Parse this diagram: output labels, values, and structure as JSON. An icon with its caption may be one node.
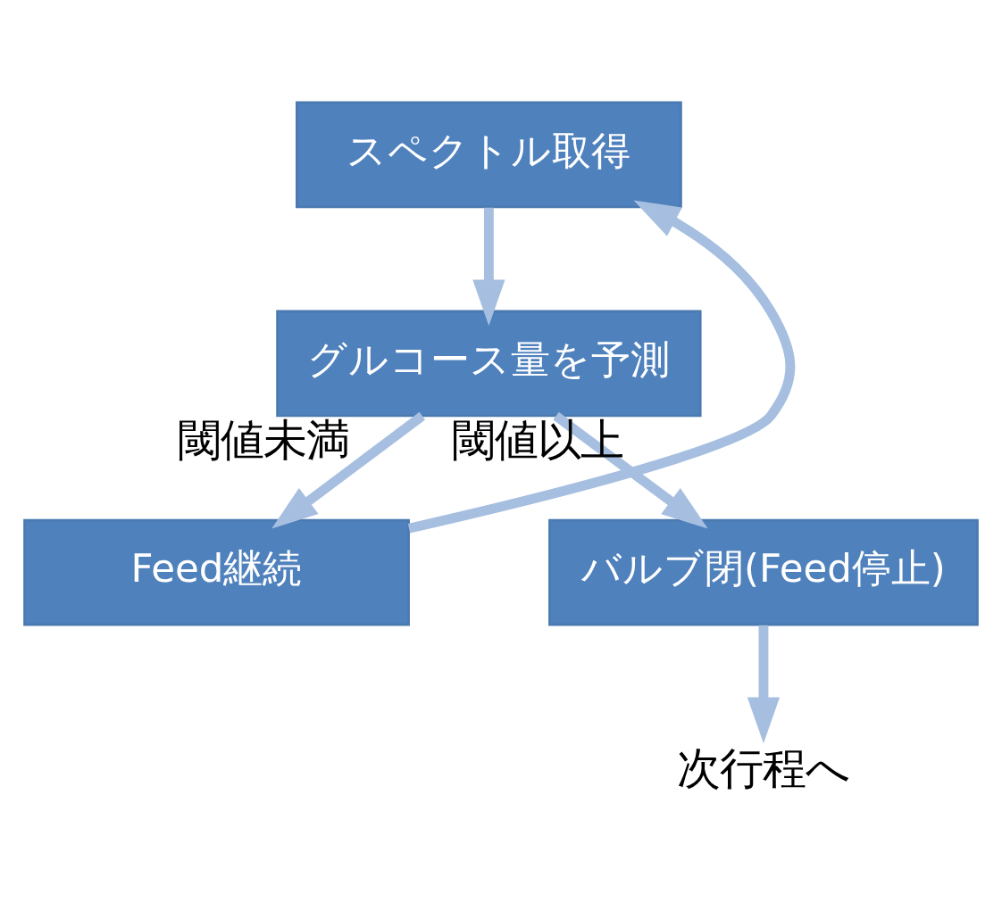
{
  "diagram": {
    "nodes": [
      {
        "text": [
          "スペクトル取得"
        ]
      },
      {
        "text": [
          "グルコース量を予測"
        ]
      },
      {
        "text": [
          "Feed継続"
        ]
      },
      {
        "text": [
          "バルブ閉(Feed停止)"
        ]
      },
      {
        "text": [
          "次行程へ"
        ]
      }
    ],
    "edges": [
      {
        "from": 0,
        "to": 1,
        "arrow": "to"
      },
      {
        "from": 1,
        "to": 2,
        "arrow": "to",
        "label": "閾値未満"
      },
      {
        "from": 1,
        "to": 3,
        "arrow": "to",
        "label": "閾値以上"
      },
      {
        "from": 2,
        "to": 0,
        "arrow": "to"
      },
      {
        "from": 3,
        "to": 4,
        "arrow": "to"
      }
    ]
  }
}
